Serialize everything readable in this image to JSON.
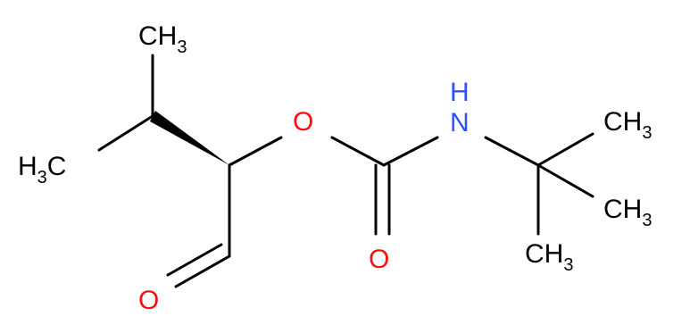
{
  "molecule": {
    "atoms": {
      "ch3_top": {
        "main": "CH",
        "sub": "3"
      },
      "h3c_left": {
        "main": "H",
        "sub": "3",
        "tail": "C"
      },
      "o_ester": {
        "main": "O"
      },
      "o_aldehyde": {
        "main": "O"
      },
      "o_carbonyl": {
        "main": "O"
      },
      "n_amide": {
        "main": "N"
      },
      "h_amide": {
        "main": "H"
      },
      "ch3_tert_top": {
        "main": "CH",
        "sub": "3"
      },
      "ch3_tert_mid": {
        "main": "CH",
        "sub": "3"
      },
      "ch3_tert_bot": {
        "main": "CH",
        "sub": "3"
      }
    },
    "colors": {
      "carbon": "#000000",
      "oxygen": "#ff0d0d",
      "nitrogen": "#3050f8"
    }
  }
}
